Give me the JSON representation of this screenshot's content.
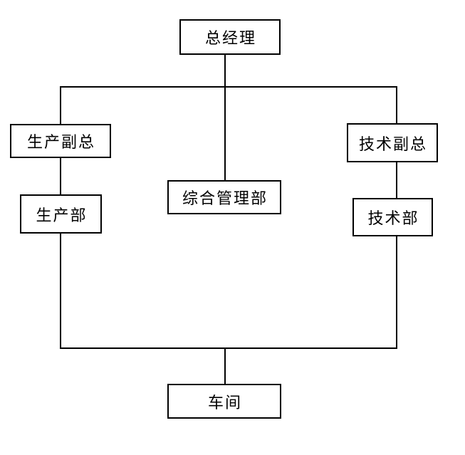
{
  "diagram": {
    "type": "org-chart",
    "background_color": "#ffffff",
    "line_color": "#000000",
    "box_border_color": "#000000",
    "box_fill_color": "#ffffff",
    "text_color": "#000000",
    "nodes": {
      "general_manager": {
        "label": "总经理"
      },
      "production_vp": {
        "label": "生产副总"
      },
      "admin_dept": {
        "label": "综合管理部"
      },
      "tech_vp": {
        "label": "技术副总"
      },
      "production_dept": {
        "label": "生产部"
      },
      "tech_dept": {
        "label": "技术部"
      },
      "workshop": {
        "label": "车间"
      }
    },
    "edges": [
      {
        "from": "general_manager",
        "to": "production_vp"
      },
      {
        "from": "general_manager",
        "to": "admin_dept"
      },
      {
        "from": "general_manager",
        "to": "tech_vp"
      },
      {
        "from": "production_vp",
        "to": "production_dept"
      },
      {
        "from": "tech_vp",
        "to": "tech_dept"
      },
      {
        "from": "production_dept",
        "to": "workshop"
      },
      {
        "from": "tech_dept",
        "to": "workshop"
      }
    ]
  }
}
